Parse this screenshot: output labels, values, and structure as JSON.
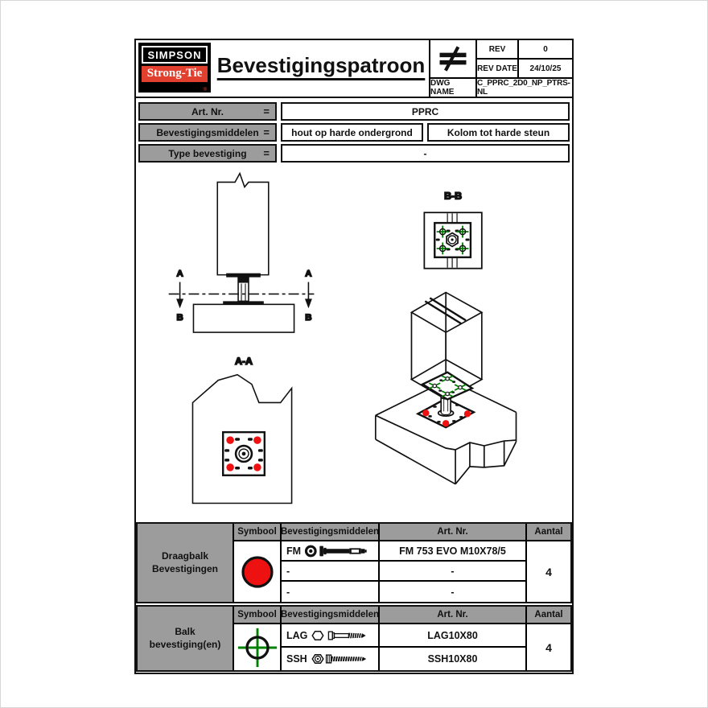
{
  "colors": {
    "symbol_red": "#ee1111",
    "symbol_green": "#008000",
    "brand_red": "#e2402e",
    "header_gray": "#9c9c9c"
  },
  "header": {
    "logo_line1": "SIMPSON",
    "logo_line2": "Strong-Tie",
    "logo_registered": "®",
    "title": "Bevestigingspatroon",
    "scale_icon": "not-equal-symbol",
    "rev_label": "REV",
    "rev_value": "0",
    "rev_date_label": "REV DATE",
    "rev_date_value": "24/10/25",
    "dwg_name_label": "DWG NAME",
    "dwg_name_value": "C_PPRC_2D0_NP_PTRS-NL"
  },
  "info_rows": [
    {
      "label": "Art. Nr.",
      "eq": "=",
      "values": [
        "PPRC"
      ]
    },
    {
      "label": "Bevestigingsmiddelen",
      "eq": "=",
      "values": [
        "hout op harde ondergrond",
        "Kolom tot harde steun"
      ]
    },
    {
      "label": "Type bevestiging",
      "eq": "=",
      "values": [
        "-"
      ]
    }
  ],
  "drawing": {
    "section_label_aa": "A-A",
    "section_label_bb": "B-B",
    "marker_a": "A",
    "marker_b": "B"
  },
  "fastener_tables": [
    {
      "title": "Draagbalk Bevestigingen",
      "headers": {
        "symbol": "Symbool",
        "fastener": "Bevestigingsmiddelen",
        "art_nr": "Art. Nr.",
        "qty": "Aantal"
      },
      "symbol_icon": "red-circle-anchor-symbol",
      "rows": [
        {
          "code": "FM",
          "icon": "anchor-bolt-icon",
          "art_nr": "FM 753 EVO M10X78/5"
        },
        {
          "code": "-",
          "icon": "",
          "art_nr": "-"
        },
        {
          "code": "-",
          "icon": "",
          "art_nr": "-"
        }
      ],
      "qty": "4"
    },
    {
      "title": "Balk bevestiging(en)",
      "headers": {
        "symbol": "Symbool",
        "fastener": "Bevestigingsmiddelen",
        "art_nr": "Art. Nr.",
        "qty": "Aantal"
      },
      "symbol_icon": "green-crosshair-symbol",
      "rows": [
        {
          "code": "LAG",
          "icon": "lag-screw-icon",
          "art_nr": "LAG10X80"
        },
        {
          "code": "SSH",
          "icon": "structural-screw-icon",
          "art_nr": "SSH10X80"
        }
      ],
      "qty": "4"
    }
  ]
}
